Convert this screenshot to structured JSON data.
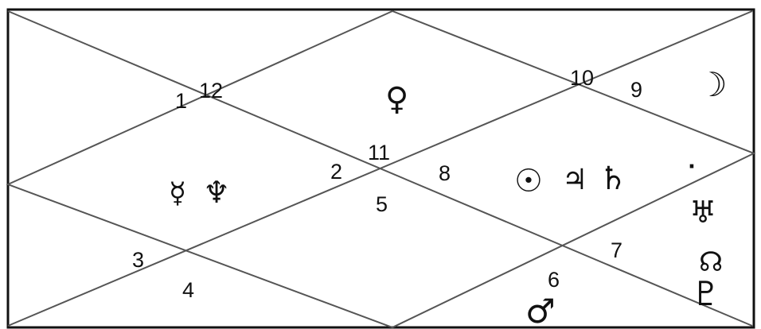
{
  "houses": [
    {
      "number": "1"
    },
    {
      "number": "12"
    },
    {
      "number": "10"
    },
    {
      "number": "9"
    },
    {
      "number": "11"
    },
    {
      "number": "2"
    },
    {
      "number": "8"
    },
    {
      "number": "5"
    },
    {
      "number": "3"
    },
    {
      "number": "7"
    },
    {
      "number": "6"
    },
    {
      "number": "4"
    }
  ],
  "planets": {
    "venus": "♀",
    "moon": "☽",
    "mercury": "☿",
    "neptune": "♆",
    "sun": "☉",
    "jupiter": "♃",
    "saturn": "♄",
    "uranus": "♅",
    "rahu": "☊",
    "pluto": "♇",
    "mars": "♂",
    "dot": "·"
  }
}
